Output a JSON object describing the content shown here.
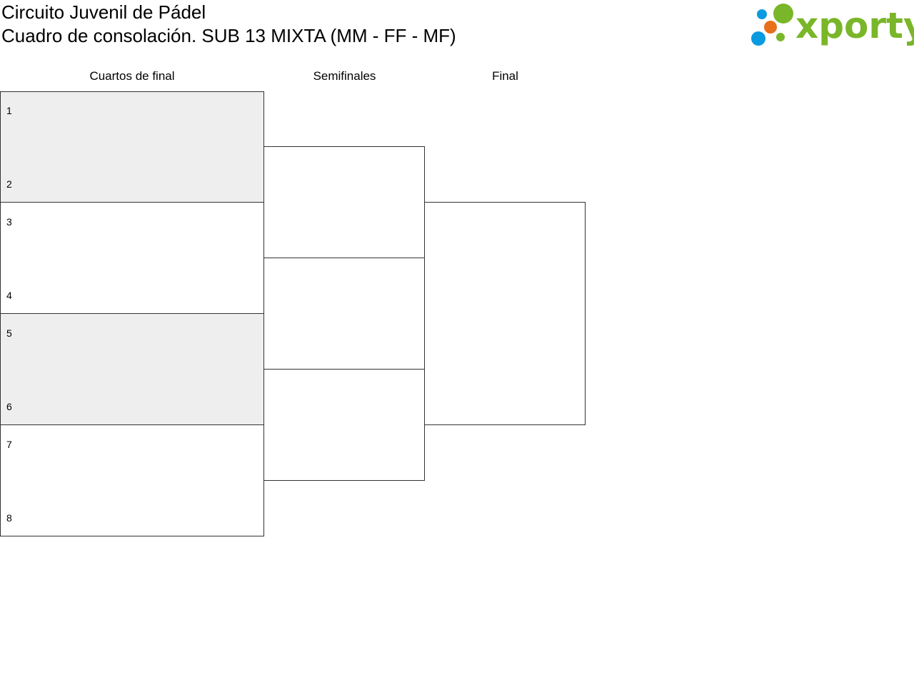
{
  "header": {
    "title": "Circuito Juvenil de Pádel",
    "subtitle": "Cuadro de consolación. SUB 13 MIXTA (MM - FF - MF)"
  },
  "logo": {
    "text": "xporty",
    "colors": {
      "green": "#7ab629",
      "blue": "#0a9ae0",
      "orange": "#e8701a"
    }
  },
  "rounds": {
    "quarterfinals": "Cuartos de final",
    "semifinals": "Semifinales",
    "final": "Final"
  },
  "quarterfinals": [
    {
      "top_seed": "1",
      "bottom_seed": "2",
      "shaded": true
    },
    {
      "top_seed": "3",
      "bottom_seed": "4",
      "shaded": false
    },
    {
      "top_seed": "5",
      "bottom_seed": "6",
      "shaded": true
    },
    {
      "top_seed": "7",
      "bottom_seed": "8",
      "shaded": false
    }
  ],
  "colors": {
    "shaded_fill": "#eeeeee",
    "border": "#333333"
  }
}
